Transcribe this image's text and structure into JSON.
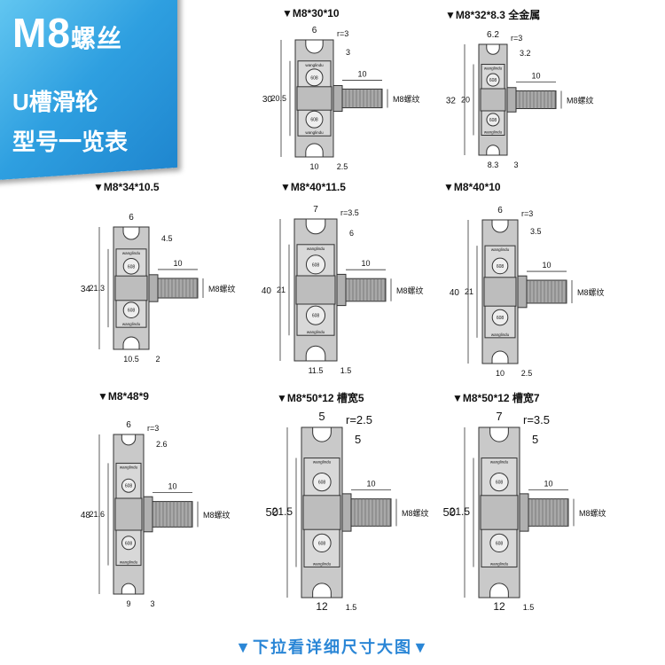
{
  "header": {
    "title_main": "M8",
    "title_cn": "螺丝",
    "line2": "U槽滑轮",
    "line3": "型号一览表"
  },
  "bearing_label": "608",
  "bearing_brand": "wanglindu",
  "thread_label": "M8螺纹",
  "items": [
    {
      "title": "▼M8*30*10",
      "height": "30",
      "sub": "20.5",
      "groove": "6",
      "r": "r=3",
      "depth": "3",
      "thread_len": "10",
      "width": "10",
      "flange": "2.5"
    },
    {
      "title": "▼M8*32*8.3 全金属",
      "height": "32",
      "sub": "20",
      "groove": "6.2",
      "r": "r=3",
      "depth": "3.2",
      "thread_len": "10",
      "width": "8.3",
      "flange": "3"
    },
    {
      "title": "▼M8*34*10.5",
      "height": "34",
      "sub": "21.3",
      "groove": "6",
      "r": "",
      "depth": "4.5",
      "thread_len": "10",
      "width": "10.5",
      "flange": "2"
    },
    {
      "title": "▼M8*40*11.5",
      "height": "40",
      "sub": "21",
      "groove": "7",
      "r": "r=3.5",
      "depth": "6",
      "thread_len": "10",
      "width": "11.5",
      "flange": "1.5"
    },
    {
      "title": "▼M8*40*10",
      "height": "40",
      "sub": "21",
      "groove": "6",
      "r": "r=3",
      "depth": "3.5",
      "thread_len": "10",
      "width": "10",
      "flange": "2.5"
    },
    {
      "title": "▼M8*48*9",
      "height": "48",
      "sub": "21.6",
      "groove": "6",
      "r": "r=3",
      "depth": "2.6",
      "thread_len": "10",
      "width": "9",
      "flange": "3"
    },
    {
      "title": "▼M8*50*12 槽宽5",
      "height": "50",
      "sub": "21.5",
      "groove": "5",
      "r": "r=2.5",
      "depth": "5",
      "thread_len": "10",
      "width": "12",
      "flange": "1.5"
    },
    {
      "title": "▼M8*50*12 槽宽7",
      "height": "50",
      "sub": "21.5",
      "groove": "7",
      "r": "r=3.5",
      "depth": "5",
      "thread_len": "10",
      "width": "12",
      "flange": "1.5"
    }
  ],
  "footer": "▼下拉看详细尺寸大图▼"
}
